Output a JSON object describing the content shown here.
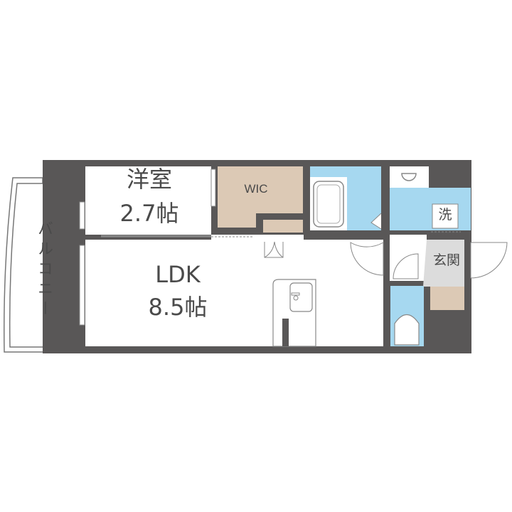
{
  "floorplan": {
    "rooms": {
      "western_room": {
        "name": "洋室",
        "size": "2.7帖"
      },
      "ldk": {
        "name": "LDK",
        "size": "8.5帖"
      },
      "wic": {
        "name": "WIC"
      },
      "washroom": {
        "name": "洗"
      },
      "entrance": {
        "name": "玄関"
      },
      "balcony": {
        "name": "バルコニー"
      }
    },
    "colors": {
      "wall": "#595757",
      "wic_floor": "#dcc9b5",
      "wet_area": "#a6d8f0",
      "entrance_floor": "#dcdcdc",
      "outline": "#777777"
    }
  }
}
